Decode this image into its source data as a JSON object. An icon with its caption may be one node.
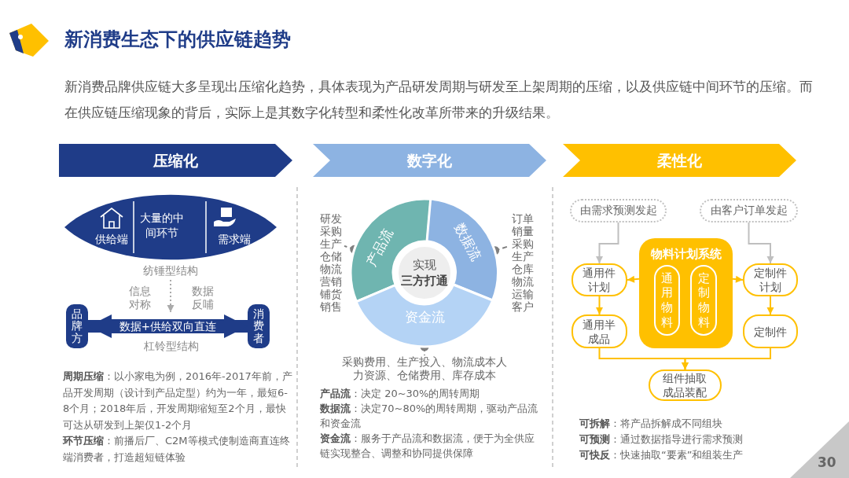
{
  "diagram": {
    "title": "新消费生态下的供应链趋势",
    "nodes": [
      {
        "text": [
          "压缩化"
        ]
      },
      {
        "text": [
          "数字化"
        ]
      },
      {
        "text": [
          "柔性化"
        ]
      },
      {
        "text": [
          "供给端",
          "大量的中间环节",
          "需求端"
        ],
        "beside": [
          "纺锤型结构"
        ]
      },
      {
        "text": [
          "品牌方"
        ]
      },
      {
        "text": [
          "消费者"
        ]
      },
      {
        "text": [
          "产品流"
        ]
      },
      {
        "text": [
          "数据流"
        ]
      },
      {
        "text": [
          "资金流"
        ]
      },
      {
        "text": [
          "实现",
          "三方打通"
        ]
      },
      {
        "text": [
          "研发",
          "采购",
          "生产",
          "仓储",
          "物流",
          "营销",
          "铺货",
          "销售"
        ]
      },
      {
        "text": [
          "订单",
          "销量",
          "采购",
          "生产",
          "仓库",
          "物流",
          "运输",
          "客户"
        ]
      },
      {
        "text": [
          "采购费用、生产投入、物流成本人力资源、仓储费用、库存成本"
        ]
      },
      {
        "text": [
          "由需求预测发起"
        ]
      },
      {
        "text": [
          "由客户订单发起"
        ]
      },
      {
        "text": [
          "物料计划系统"
        ]
      },
      {
        "text": [
          "通用物料"
        ],
        "in": 15
      },
      {
        "text": [
          "定制物料"
        ],
        "in": 15
      },
      {
        "text": [
          "通用件计划"
        ]
      },
      {
        "text": [
          "定制件计划"
        ]
      },
      {
        "text": [
          "通用半成品"
        ]
      },
      {
        "text": [
          "定制件"
        ]
      },
      {
        "text": [
          "组件抽取成品装配"
        ]
      }
    ],
    "edges": [
      {
        "from": 3,
        "to": null,
        "arrow": "to",
        "style": "dashed",
        "color": "#aaaaaa"
      },
      {
        "from": 4,
        "to": 5,
        "arrow": "both",
        "label": "数据+供给双向直连",
        "style": "thick",
        "color": "#1f3c88"
      },
      {
        "from": 6,
        "to": 10,
        "arrow": "other",
        "style": "dashed",
        "color": "#7f7f7f"
      },
      {
        "from": 7,
        "to": 11,
        "arrow": "other",
        "style": "dashed",
        "color": "#7f7f7f"
      },
      {
        "from": 8,
        "to": 12,
        "arrow": "other",
        "style": "dashed",
        "color": "#7f7f7f"
      },
      {
        "from": 13,
        "to": 18,
        "arrow": "to",
        "color": "#bfbfbf"
      },
      {
        "from": 14,
        "to": 19,
        "arrow": "to",
        "color": "#bfbfbf"
      },
      {
        "from": 15,
        "to": 18,
        "arrow": "to"
      },
      {
        "from": 15,
        "to": 19,
        "arrow": "to"
      },
      {
        "from": 18,
        "to": 20,
        "arrow": "to"
      },
      {
        "from": 19,
        "to": 21,
        "arrow": "to"
      },
      {
        "from": 20,
        "to": 22,
        "arrow": "to"
      },
      {
        "from": 21,
        "to": 22,
        "arrow": "to"
      }
    ],
    "labels": [
      "新消费品牌供应链大多呈现出压缩化趋势，具体表现为产品研发周期与研发至上架周期的压缩，以及供应链中间环节的压缩。而在供应链压缩现象的背后，实际上是其数字化转型和柔性化改革所带来的升级结果。",
      "信息对称",
      "数据反哺",
      "杠铃型结构",
      "**周期压缩**：以小家电为例，2016年-2017年前，产品开发周期（设计到产品定型）约为一年，最短6-8个月；2018年后，开发周期缩短至2个月，最快可达从研发到上架仅1-2个月",
      "**环节压缩**：前播后厂、C2M等模式使制造商直连终端消费者，打造超短链体验",
      "**产品流**：决定 20~30%的周转周期",
      "**数据流**：决定70~80%的周转周期，驱动产品流和资金流",
      "**资金流**：服务于产品流和数据流，便于为全供应链实现整合、调整和协同提供保障",
      "**可拆解**：将产品拆解成不同组块",
      "**可预测**：通过数据指导进行需求预测",
      "**可快反**：快速抽取“要素”和组装生产",
      "30"
    ]
  }
}
